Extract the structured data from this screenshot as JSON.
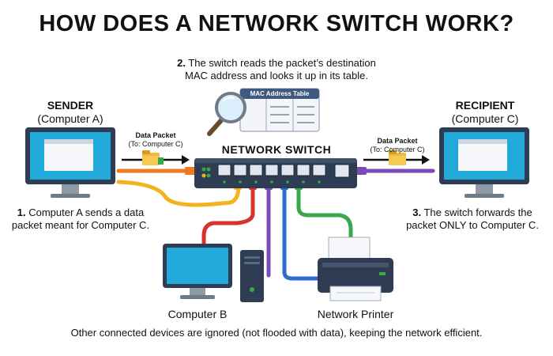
{
  "title": "HOW DOES A NETWORK SWITCH WORK?",
  "step2": {
    "number": "2.",
    "line1": "The switch reads the packet’s destination",
    "line2": "MAC address and looks it up in its table."
  },
  "mac_table_label": "MAC Address Table",
  "sender": {
    "title": "SENDER",
    "subtitle": "(Computer A)"
  },
  "recipient": {
    "title": "RECIPIENT",
    "subtitle": "(Computer C)"
  },
  "packet_left": {
    "title": "Data Packet",
    "sub": "(To: Computer C)"
  },
  "packet_right": {
    "title": "Data Packet",
    "sub": "(To: Computer C)"
  },
  "switch_label": "NETWORK SWITCH",
  "step1": {
    "number": "1.",
    "line1": "Computer A sends a data",
    "line2": "packet meant for Computer C."
  },
  "step3": {
    "number": "3.",
    "line1": "The switch forwards the",
    "line2": "packet ONLY to Computer C."
  },
  "computer_b_label": "Computer B",
  "printer_label": "Network Printer",
  "footer": "Other connected devices are ignored (not flooded with data), keeping the network efficient.",
  "colors": {
    "orange": "#ee7a22",
    "yellow": "#f2b41e",
    "red": "#d9322a",
    "purple": "#7a4bb6",
    "blue": "#2d6bd0",
    "green": "#3aa84a",
    "switch": "#2e3d53",
    "screen": "#21a9d9"
  }
}
